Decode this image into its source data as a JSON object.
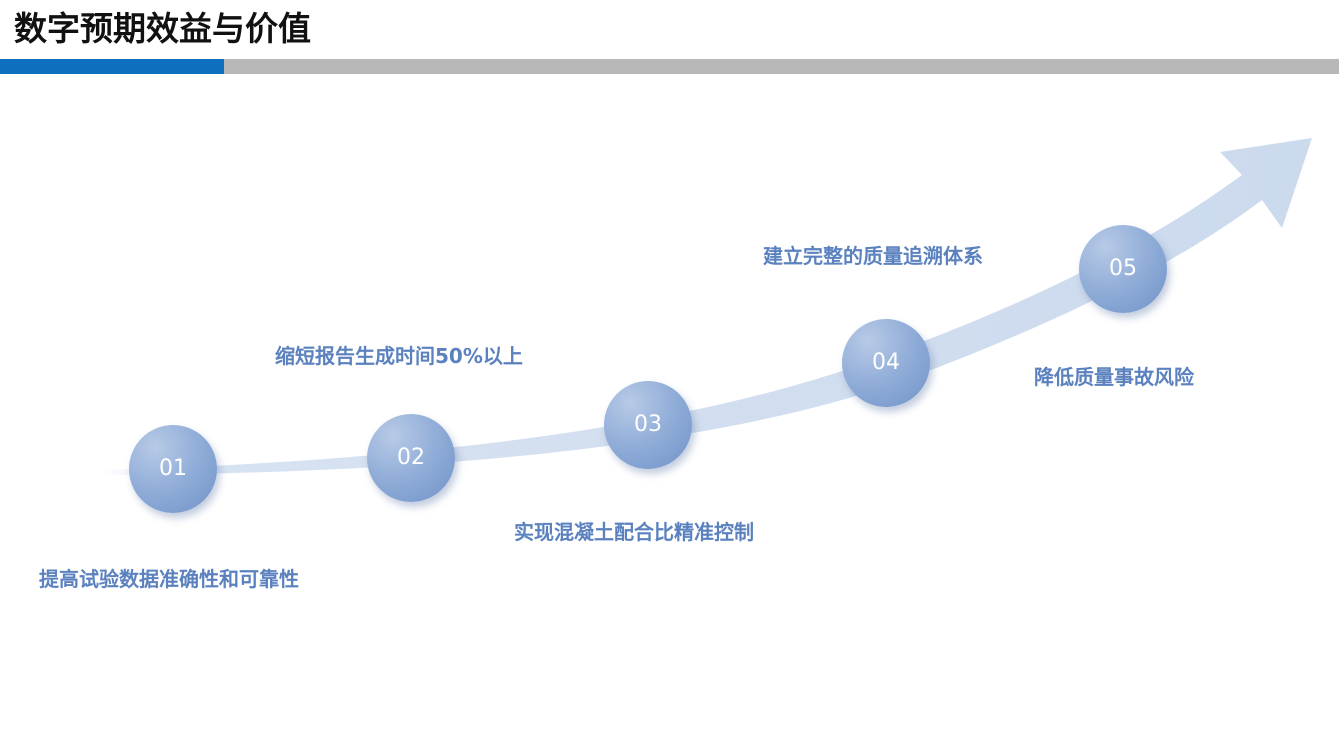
{
  "title": "数字预期效益与价值",
  "colors": {
    "accent_blue": "#0e6fc1",
    "divider_gray": "#b8b8b8",
    "text_blue": "#5b82bf",
    "arrow_blue": "#d3dff0",
    "node_blue": "#7f9fd0"
  },
  "steps": [
    {
      "number": "01",
      "text": "提高试验数据准确性和可靠性"
    },
    {
      "number": "02",
      "text": "缩短报告生成时间50%以上"
    },
    {
      "number": "03",
      "text": "实现混凝土配合比精准控制"
    },
    {
      "number": "04",
      "text": "建立完整的质量追溯体系"
    },
    {
      "number": "05",
      "text": "降低质量事故风险"
    }
  ]
}
